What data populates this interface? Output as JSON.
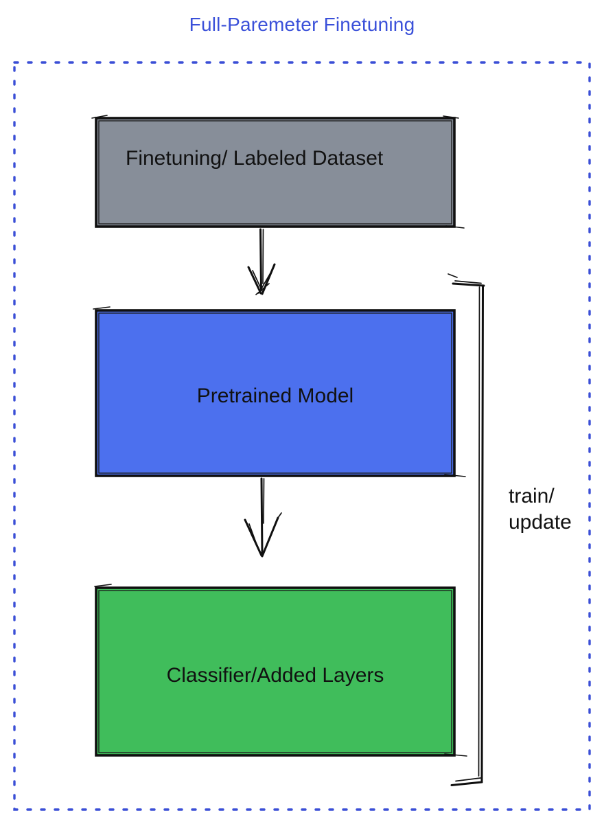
{
  "title": {
    "text": "Full-Paremeter Finetuning"
  },
  "colors": {
    "title": "#3A50D9",
    "dashed_border": "#3A4ED6",
    "box_stroke": "#101010",
    "dataset_fill": "#878E99",
    "pretrained_fill": "#4C70EE",
    "classifier_fill": "#40BD5B",
    "label_text": "#111111"
  },
  "boxes": {
    "dataset": {
      "label": "Finetuning/ Labeled Dataset"
    },
    "pretrained": {
      "label": "Pretrained Model"
    },
    "classifier": {
      "label": "Classifier/Added Layers"
    }
  },
  "bracket": {
    "label_line1": "train/",
    "label_line2": "update"
  },
  "icons": {
    "arrow_between_dataset_and_pretrained": "arrow-down-icon",
    "arrow_between_pretrained_and_classifier": "arrow-down-icon",
    "train_update_bracket": "right-bracket-shape"
  }
}
